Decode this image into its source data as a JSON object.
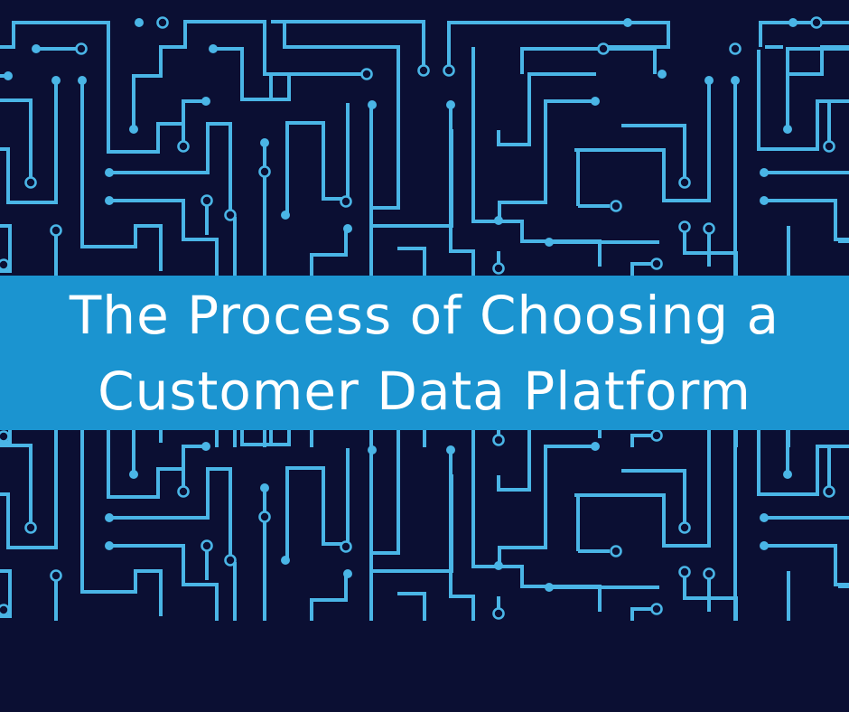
{
  "title": {
    "line1": "The Process of Choosing a",
    "line2": "Customer Data Platform"
  },
  "colors": {
    "background": "#0b0f33",
    "circuit": "#4ab5e6",
    "banner": "#1b94d0",
    "text": "#ffffff"
  },
  "background_pattern": "circuit-board-traces"
}
